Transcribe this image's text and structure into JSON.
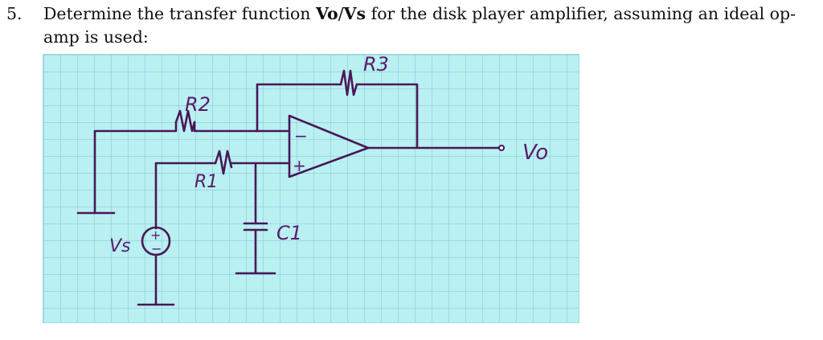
{
  "question": {
    "number": "5.",
    "line1_prefix": "Determine the transfer function ",
    "vo_term": "Vo",
    "slash": "/",
    "vs_term": "Vs",
    "line1_suffix": " for the disk player amplifier, assuming an ideal op-",
    "line2": "amp is used:"
  },
  "circuit": {
    "labels": {
      "r1": "R1",
      "r2": "R2",
      "r3": "R3",
      "c1": "C1",
      "vs": "Vs",
      "vo": "Vo",
      "plus": "+",
      "minus": "−"
    },
    "colors": {
      "wire": "#4a1657",
      "grid_background": "#b9f0f2"
    }
  }
}
